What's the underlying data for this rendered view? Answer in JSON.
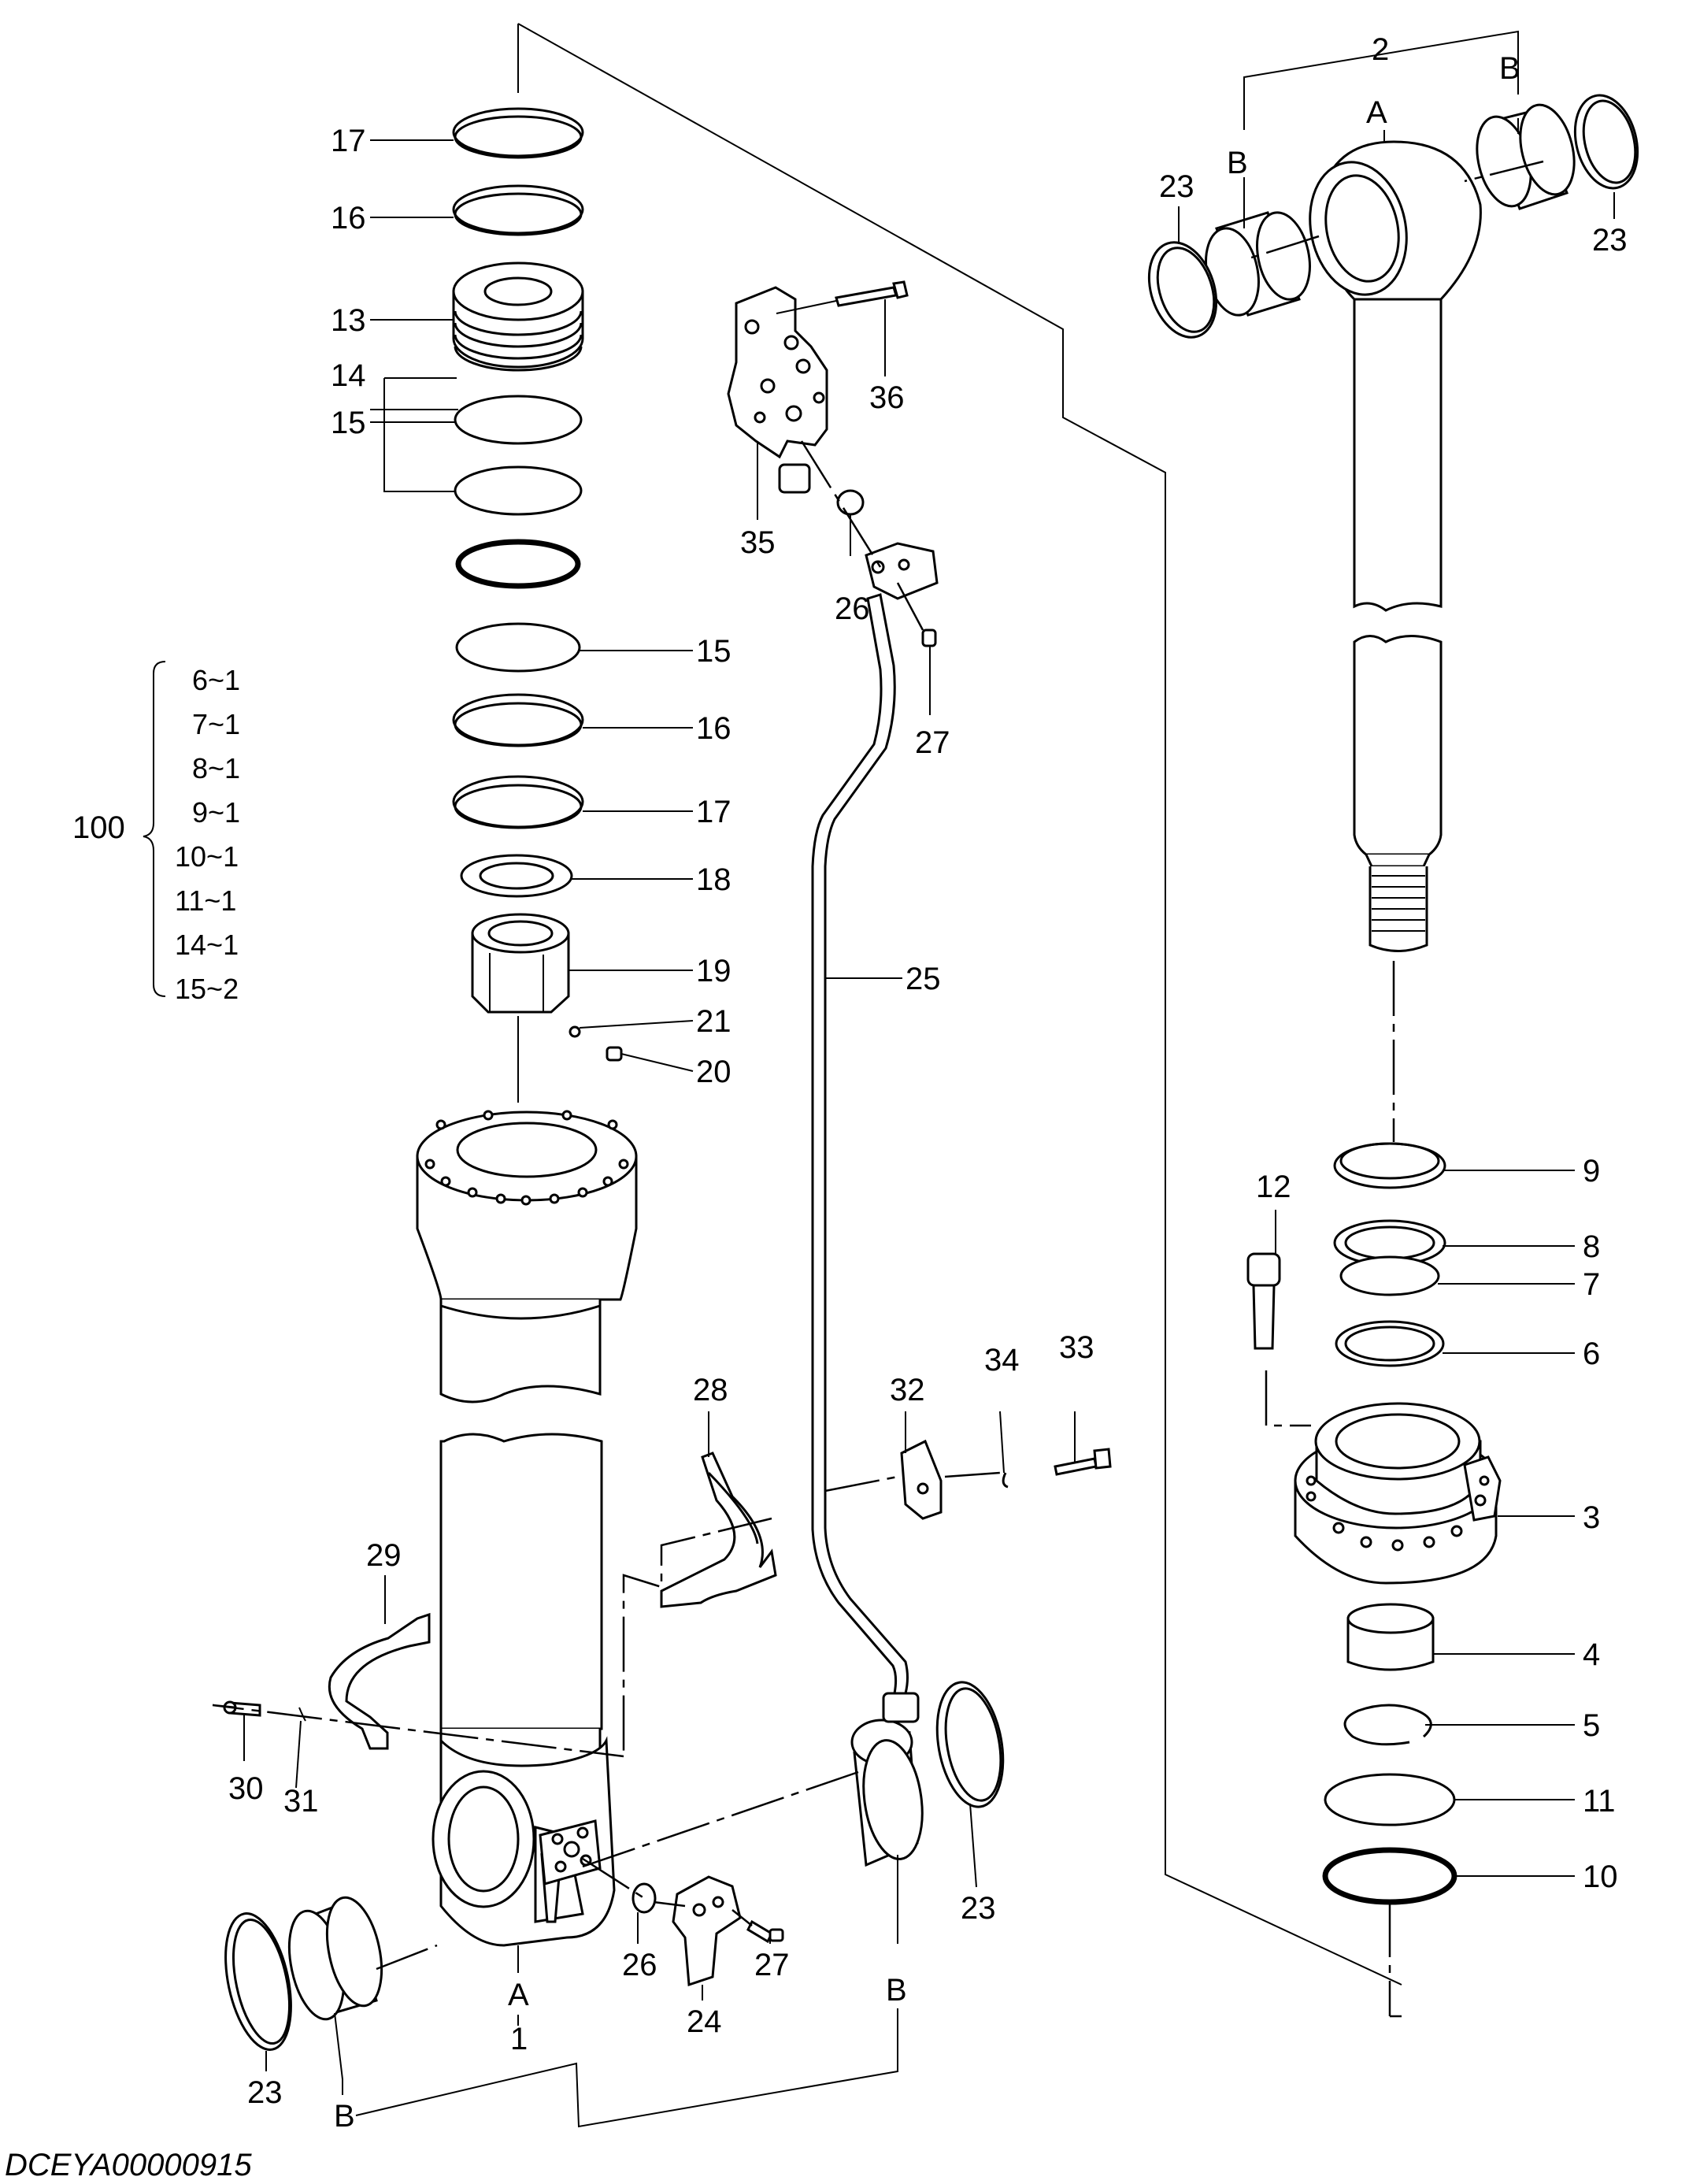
{
  "diagram": {
    "code": "DCEYA00000915",
    "kit": {
      "number": "100",
      "contents": [
        "6~1",
        "7~1",
        "8~1",
        "9~1",
        "10~1",
        "11~1",
        "14~1",
        "15~2"
      ]
    },
    "callouts": {
      "c17a": "17",
      "c16a": "16",
      "c13": "13",
      "c15a": "15",
      "c14": "14",
      "c15b": "15",
      "c16b": "16",
      "c17b": "17",
      "c18": "18",
      "c19": "19",
      "c21": "21",
      "c20": "20",
      "c36": "36",
      "c35": "35",
      "c26a": "26",
      "c27a": "27",
      "c25": "25",
      "c28": "28",
      "c32": "32",
      "c34": "34",
      "c33": "33",
      "c29": "29",
      "c30": "30",
      "c31": "31",
      "c23a": "23",
      "c23b": "23",
      "c23c": "23",
      "c23d": "23",
      "c26b": "26",
      "c27b": "27",
      "c24": "24",
      "cA1": "A",
      "cB1": "B",
      "c1": "1",
      "cB2": "B",
      "c2": "2",
      "cA2": "A",
      "cB3": "B",
      "cB4": "B",
      "c12": "12",
      "c9": "9",
      "c8": "8",
      "c7": "7",
      "c6": "6",
      "c3": "3",
      "c4": "4",
      "c5": "5",
      "c11": "11",
      "c10": "10"
    }
  }
}
